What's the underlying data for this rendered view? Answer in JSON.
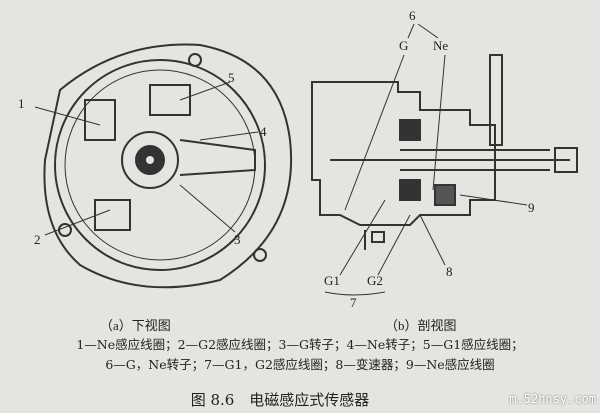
{
  "figure": {
    "title": "图 8.6　电磁感应式传感器",
    "subcaption_a": "（a）下视图",
    "subcaption_b": "（b）剖视图",
    "legend_line1": "1—Ne感应线圈；2—G2感应线圈；3—G转子；4—Ne转子；5—G1感应线圈；",
    "legend_line2": "6—G，Ne转子；7—G1，G2感应线圈；8—变速器；9—Ne感应线圈",
    "labels_a": [
      "1",
      "2",
      "3",
      "4",
      "5"
    ],
    "labels_b": {
      "six": "6",
      "g": "G",
      "ne": "Ne",
      "nine": "9",
      "eight": "8",
      "g1": "G1",
      "g2": "G2",
      "seven": "7"
    }
  },
  "watermark": "m.52hnsy.com"
}
